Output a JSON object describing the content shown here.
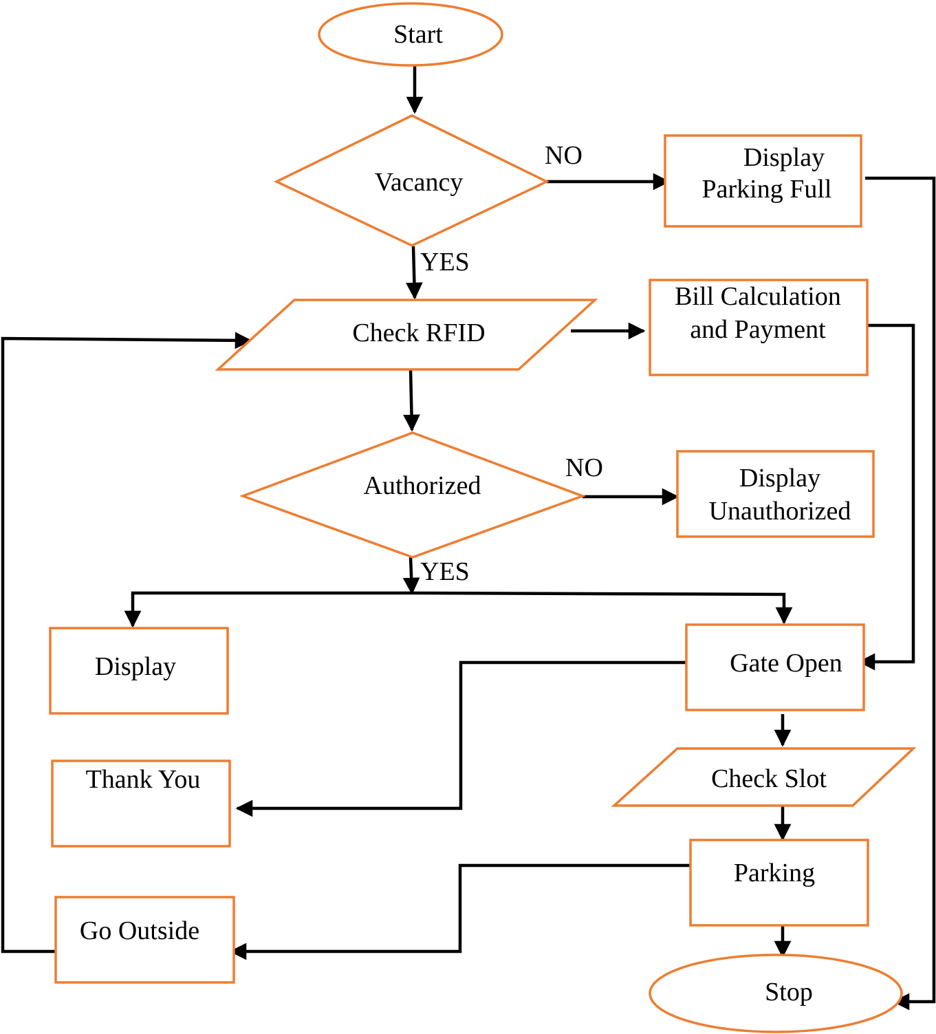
{
  "colors": {
    "shape_border": "#ed7d31",
    "connector": "#000000",
    "background": "#ffffff"
  },
  "nodes": {
    "start": "Start",
    "vacancy": "Vacancy",
    "parking_full": [
      "Display",
      "Parking Full"
    ],
    "check_rfid": "Check RFID",
    "bill": [
      "Bill Calculation",
      "and Payment"
    ],
    "authorized": "Authorized",
    "unauthorized": [
      "Display",
      "Unauthorized"
    ],
    "display": "Display",
    "gate_open": "Gate Open",
    "thank_you": "Thank You",
    "check_slot": "Check Slot",
    "parking": "Parking",
    "go_outside": "Go Outside",
    "stop": "Stop"
  },
  "edge_labels": {
    "vacancy_no": "NO",
    "vacancy_yes": "YES",
    "authorized_no": "NO",
    "authorized_yes": "YES"
  }
}
